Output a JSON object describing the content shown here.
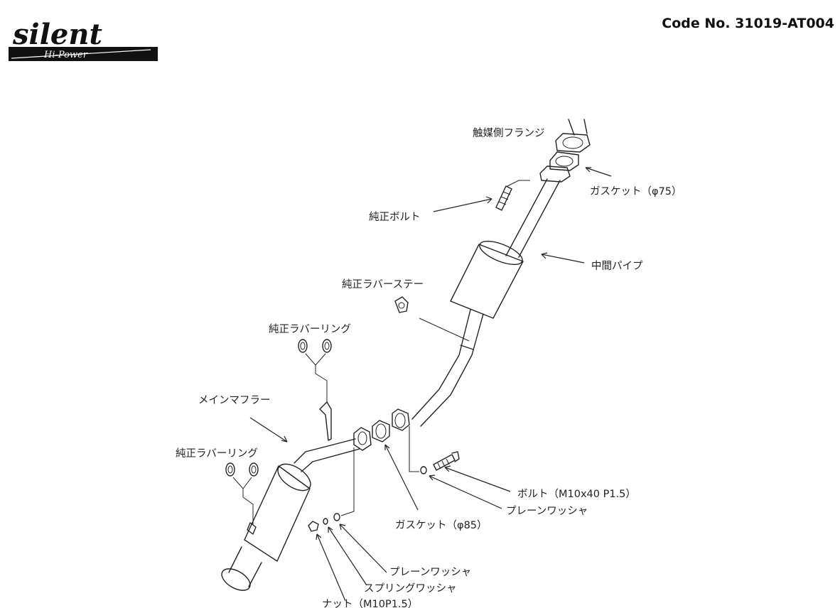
{
  "header": {
    "logo_text": "silent",
    "logo_sub": "Hi-Power",
    "code_number": "Code No. 31019-AT004"
  },
  "labels": {
    "cat_flange": "触媒側フランジ",
    "gasket_75": "ガスケット（φ75）",
    "oem_bolt": "純正ボルト",
    "center_pipe": "中間パイプ",
    "oem_rubber_stay": "純正ラバーステー",
    "oem_rubber_ring_upper": "純正ラバーリング",
    "main_muffler": "メインマフラー",
    "oem_rubber_ring_lower": "純正ラバーリング",
    "bolt_m10": "ボルト（M10x40 P1.5）",
    "plain_washer_right": "プレーンワッシャ",
    "gasket_85": "ガスケット（φ85）",
    "plain_washer_bottom": "プレーンワッシャ",
    "spring_washer": "スプリングワッシャ",
    "nut_m10": "ナット（M10P1.5）"
  }
}
